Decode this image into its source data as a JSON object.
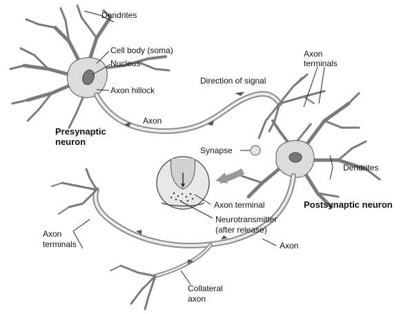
{
  "labels": {
    "dendrites_top": "Dendrites",
    "cell_body": "Cell body (soma)",
    "nucleus": "Nucleus",
    "axon_hillock": "Axon hillock",
    "direction_of_signal": "Direction of signal",
    "axon_terminals_top_1": "Axon",
    "axon_terminals_top_2": "terminals",
    "presynaptic_1": "Presynaptic",
    "presynaptic_2": "neuron",
    "axon_upper": "Axon",
    "synapse": "Synapse",
    "dendrites_right": "Dendrites",
    "axon_terminal": "Axon terminal",
    "postsynaptic": "Postsynaptic neuron",
    "neurotransmitter_1": "Neurotransmitter",
    "neurotransmitter_2": "(after release)",
    "axon_terminals_left_1": "Axon",
    "axon_terminals_left_2": "terminals",
    "axon_lower": "Axon",
    "collateral_1": "Collateral",
    "collateral_2": "axon"
  }
}
